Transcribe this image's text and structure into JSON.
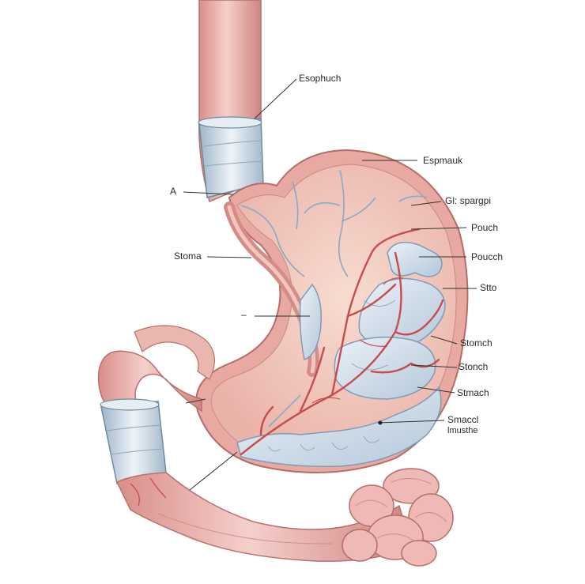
{
  "labels": {
    "esophuch": "Esophuch",
    "espmauk": "Espmauk",
    "a": "A",
    "gi_spargpi": "Gl: spargpi",
    "pouch": "Pouch",
    "poucch": "Poucch",
    "stoma": "Stoma",
    "stto": "Stto",
    "dash": "–",
    "stomch_1": "Stomch",
    "stonch": "Stonch",
    "stmach": "Stmach",
    "smaccl": "Smaccl",
    "imusthe": "lmusthe"
  },
  "colors": {
    "tissue": "#efb9b5",
    "tissue_dark": "#c9827e",
    "interior": "#f6d3c6",
    "vessel_red": "#c94a4f",
    "vessel_blue": "#7fa6c6",
    "band": "#d6e4ee",
    "pouch_blue": "#cfdeea",
    "leader": "#333333"
  }
}
